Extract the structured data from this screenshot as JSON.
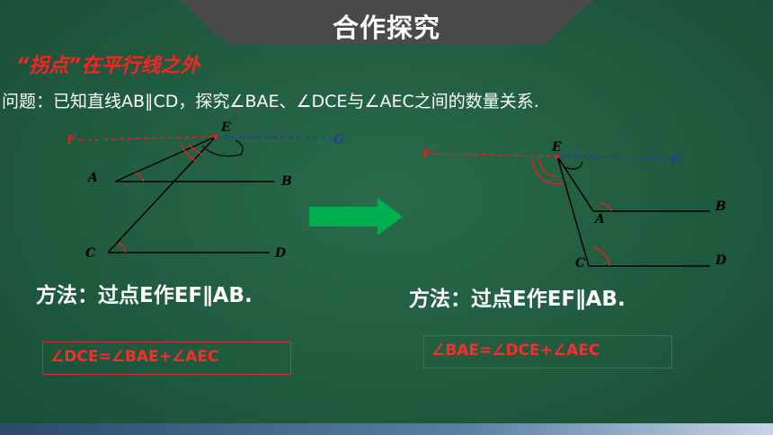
{
  "header": {
    "title": "合作探究"
  },
  "subtitle": "“拐点”在平行线之外",
  "question": "问题：已知直线AB∥CD，探究∠BAE、∠DCE与∠AEC之间的数量关系.",
  "left_case": {
    "labels": {
      "E": "E",
      "F": "F",
      "G": "G",
      "A": "A",
      "B": "B",
      "C": "C",
      "D": "D"
    },
    "method": "方法：过点E作EF∥AB.",
    "formula": "∠DCE=∠BAE+∠AEC"
  },
  "right_case": {
    "labels": {
      "E": "E",
      "F": "F",
      "G": "G",
      "A": "A",
      "B": "B",
      "C": "C",
      "D": "D"
    },
    "method": "方法：过点E作EF∥AB.",
    "formula": "∠BAE=∠DCE+∠AEC"
  },
  "colors": {
    "background": "#1f5a3f",
    "accent_red": "#ff2020",
    "arrow_green": "#00b050",
    "blue_line": "#2040a0"
  },
  "icons": {
    "arrow": "right-arrow-icon"
  }
}
